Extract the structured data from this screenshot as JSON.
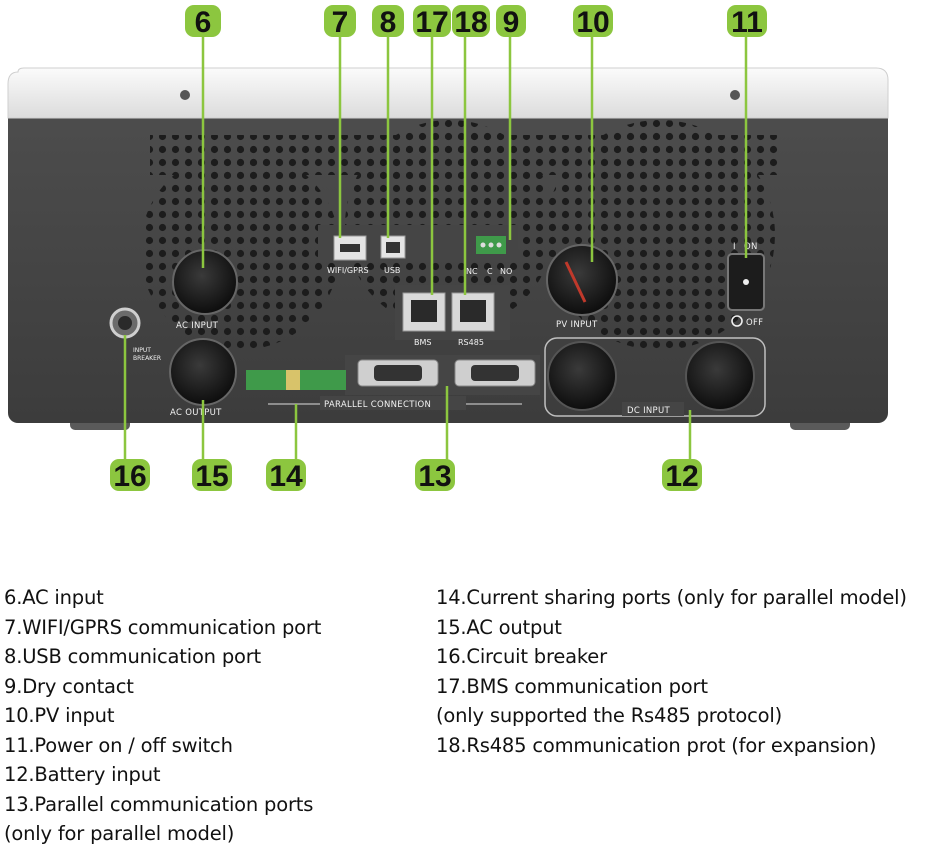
{
  "callouts": [
    {
      "id": "6",
      "num": "6"
    },
    {
      "id": "7",
      "num": "7"
    },
    {
      "id": "8",
      "num": "8"
    },
    {
      "id": "17",
      "num": "17"
    },
    {
      "id": "18",
      "num": "18"
    },
    {
      "id": "9",
      "num": "9"
    },
    {
      "id": "10",
      "num": "10"
    },
    {
      "id": "11",
      "num": "11"
    },
    {
      "id": "16",
      "num": "16"
    },
    {
      "id": "15",
      "num": "15"
    },
    {
      "id": "14",
      "num": "14"
    },
    {
      "id": "13",
      "num": "13"
    },
    {
      "id": "12",
      "num": "12"
    }
  ],
  "panel_labels": {
    "wifi": "WIFI/GPRS",
    "usb": "USB",
    "nc": "NC",
    "c": "C",
    "no": "NO",
    "on": "ON",
    "on_mark": "I",
    "off": "OFF",
    "ac_input": "AC  INPUT",
    "ac_output": "AC  OUTPUT",
    "pv_input": "PV  INPUT",
    "bms": "BMS",
    "rs485": "RS485",
    "input_breaker_1": "INPUT",
    "input_breaker_2": "BREAKER",
    "parallel": "PARALLEL   CONNECTION",
    "dc_input": "DC   INPUT"
  },
  "legend": {
    "left": [
      "6.AC input",
      "7.WIFI/GPRS communication port",
      "8.USB communication port",
      "9.Dry contact",
      "10.PV input",
      "11.Power on / off switch",
      "12.Battery input",
      "13.Parallel communication ports",
      "(only for parallel model)"
    ],
    "right": [
      "14.Current sharing ports (only for parallel model)",
      "15.AC output",
      "16.Circuit breaker",
      "17.BMS communication  port",
      "(only supported the Rs485 protocol)",
      "18.Rs485 communication prot (for expansion)"
    ]
  },
  "colors": {
    "callout_fill": "#8cc63f",
    "leader_line": "#8cc63f",
    "panel_body": "#454545",
    "top_cover": "#f2f2f2",
    "terminal_green": "#3f9a4a"
  }
}
